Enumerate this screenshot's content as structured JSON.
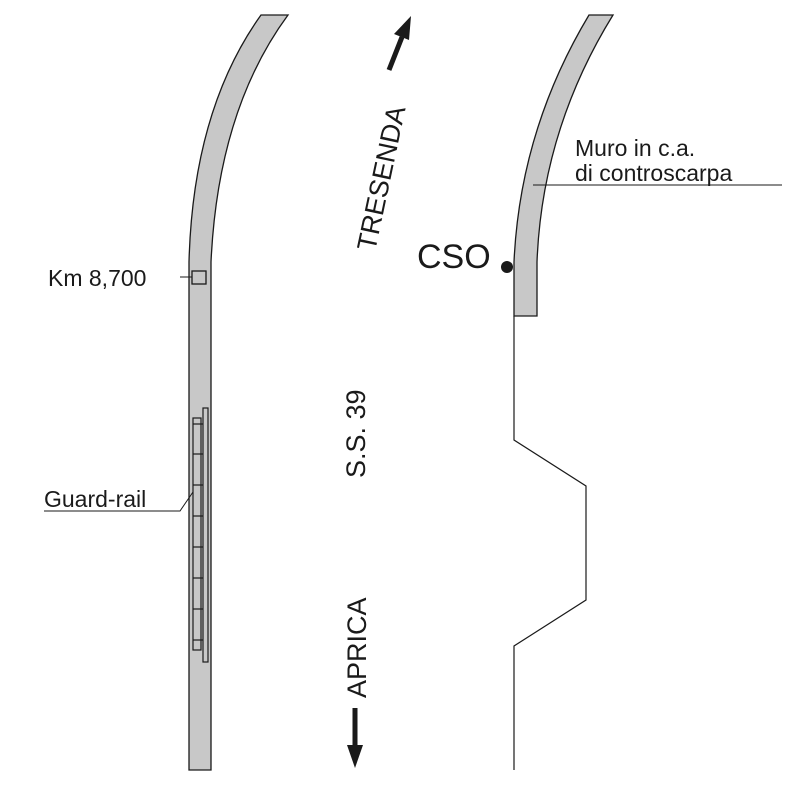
{
  "labels": {
    "km": "Km 8,700",
    "guardrail": "Guard-rail",
    "tresenda": "TRESENDA",
    "road": "S.S. 39",
    "aprica": "APRICA",
    "cso": "CSO",
    "wall_line1": "Muro in c.a.",
    "wall_line2": "di controscarpa"
  },
  "colors": {
    "wall_fill": "#c8c8c8",
    "stroke": "#1a1a1a"
  }
}
